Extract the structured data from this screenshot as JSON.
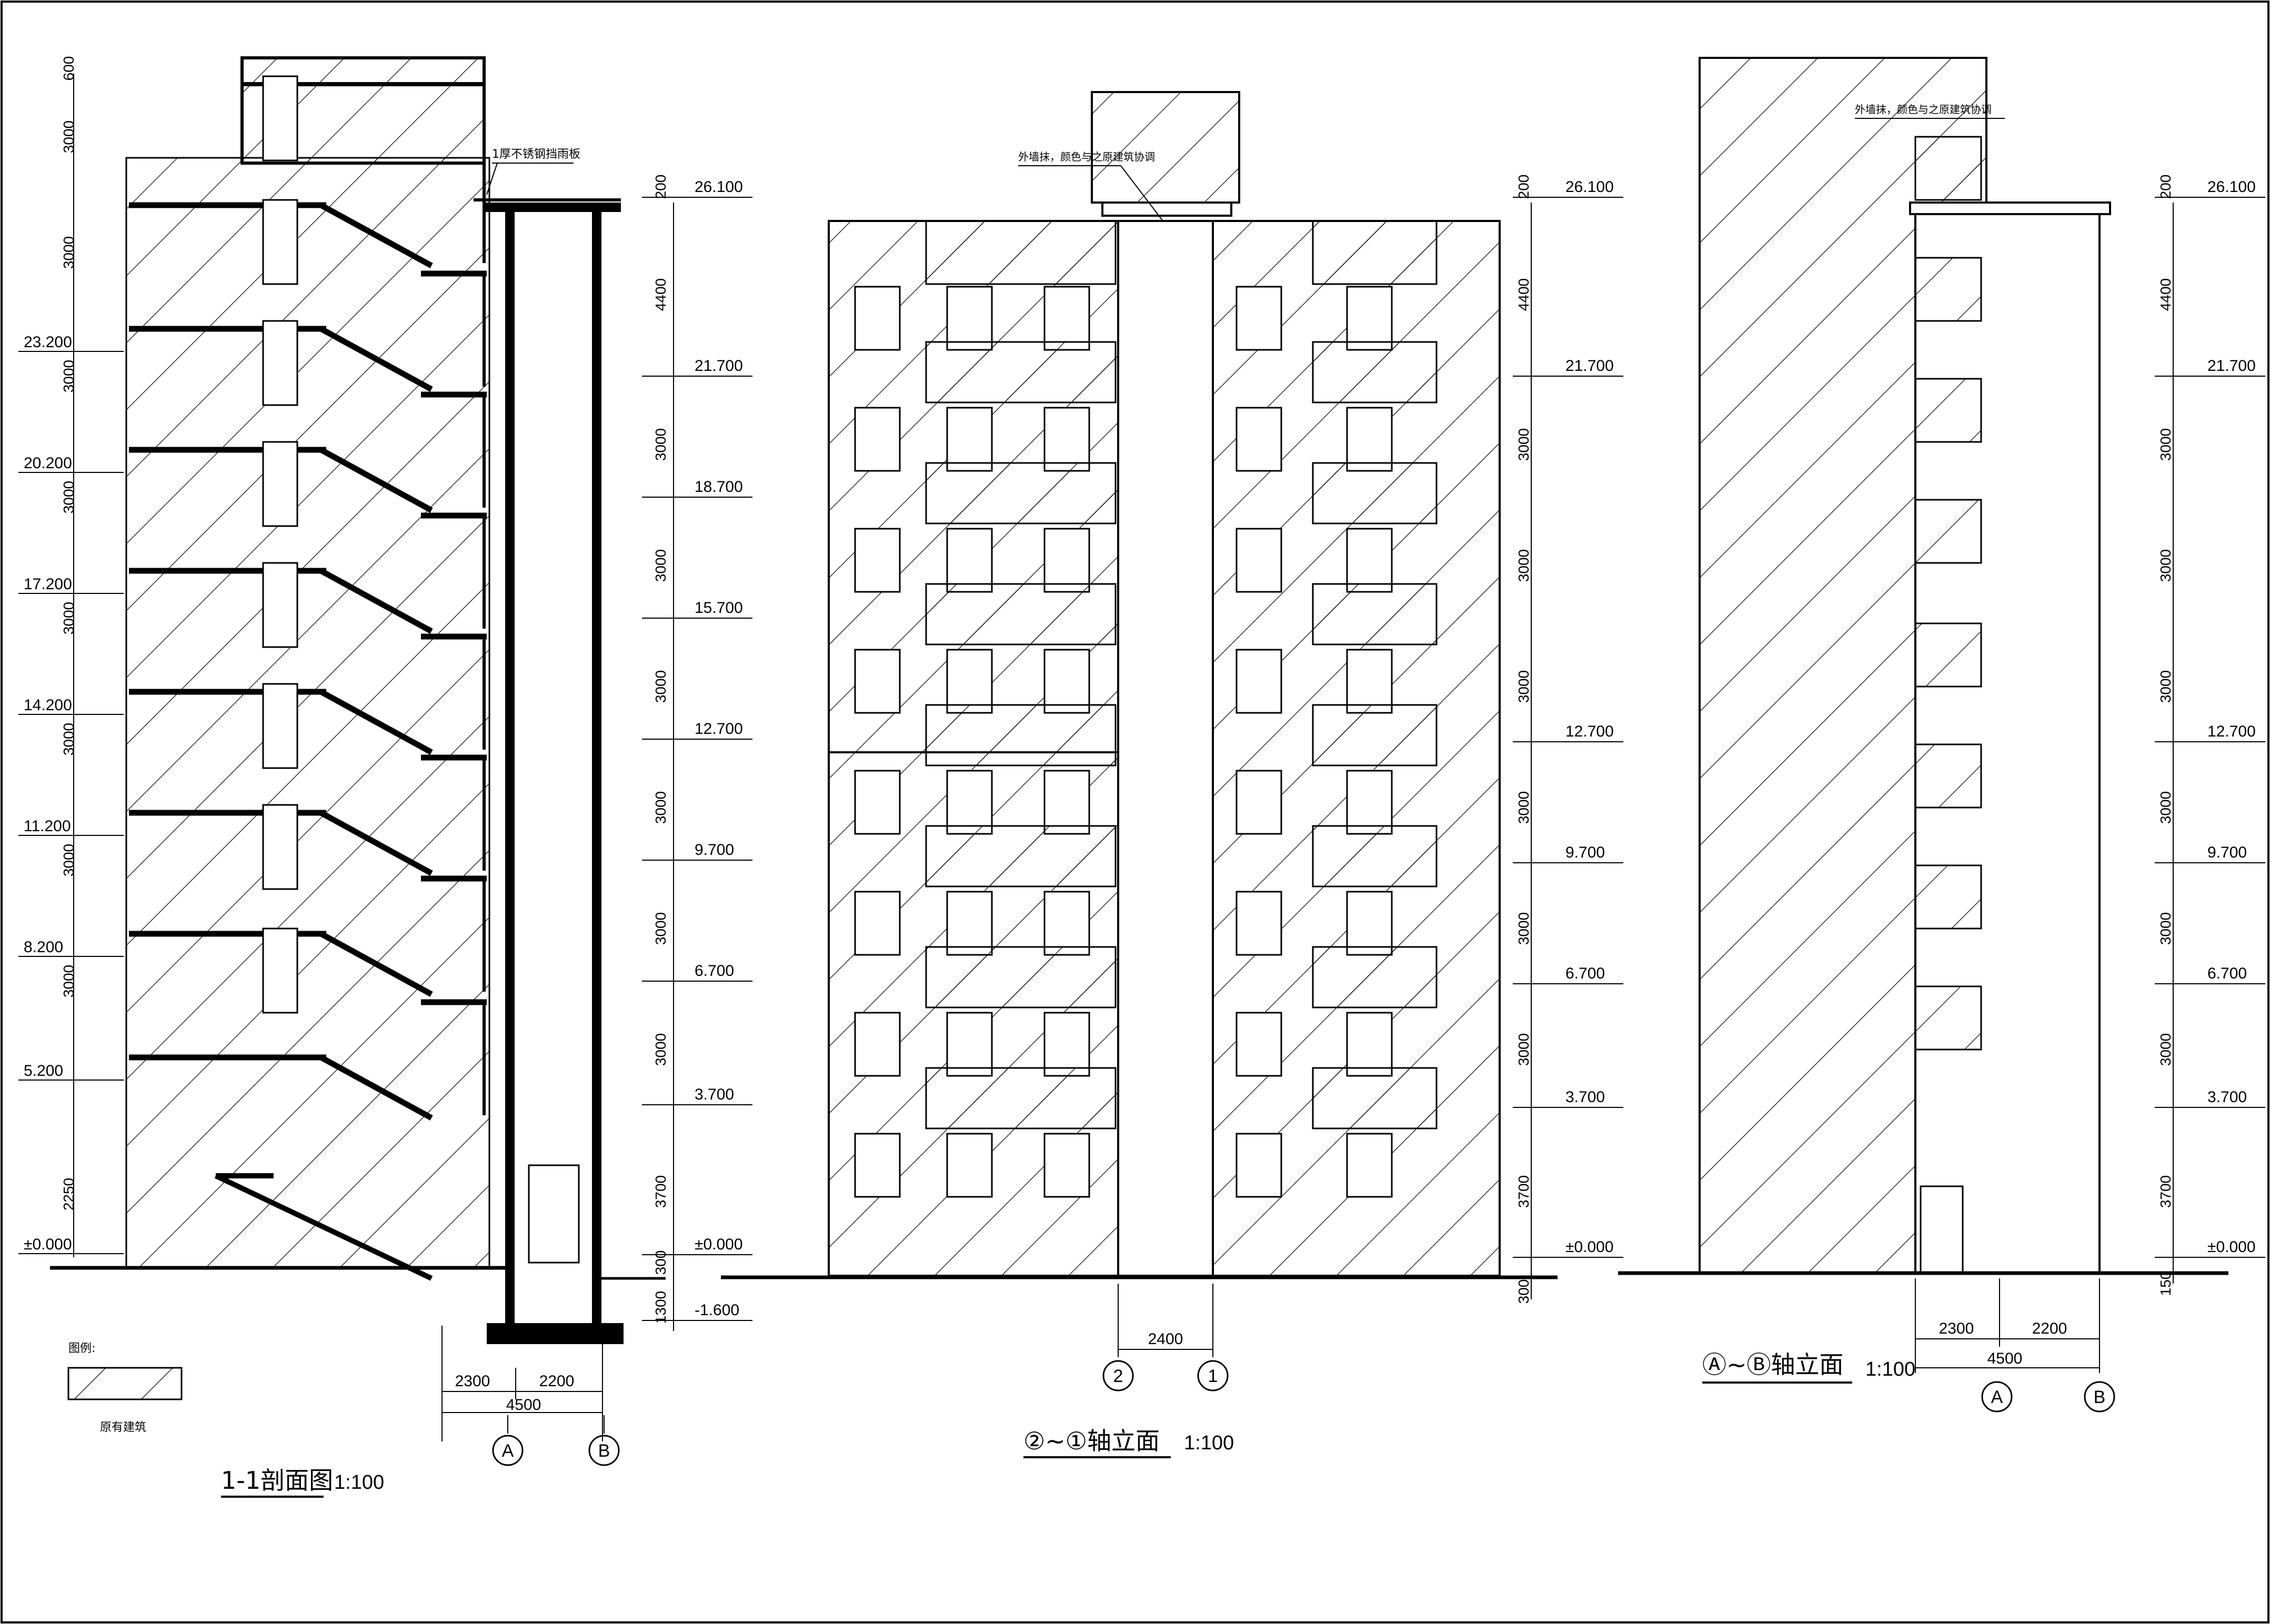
{
  "labels": {
    "section_title": "1-1剖面图",
    "section_scale": "1:100",
    "elev21_title": "②~①轴立面",
    "elev21_scale": "1:100",
    "elevab_title": "Ⓐ~Ⓑ轴立面",
    "elevab_scale": "1:100",
    "canopy_note": "1厚不锈钢挡雨板",
    "wall_note_1": "外墙抹，颜色与之原建筑协调",
    "wall_note_2": "外墙抹，颜色与之原建筑协调",
    "legend_title": "图例:",
    "legend_caption": "原有建筑",
    "axis_A": "A",
    "axis_B": "B",
    "axis_1": "1",
    "axis_2": "2"
  },
  "section_left": {
    "levels": [
      "23.200",
      "20.200",
      "17.200",
      "14.200",
      "11.200",
      "8.200",
      "5.200",
      "±0.000"
    ],
    "dims": [
      "600",
      "3000",
      "3000",
      "3000",
      "3000",
      "3000",
      "3000",
      "3000",
      "3000",
      "2250"
    ]
  },
  "elevations": {
    "levels": [
      "26.100",
      "21.700",
      "18.700",
      "15.700",
      "12.700",
      "9.700",
      "6.700",
      "3.700",
      "±0.000",
      "-1.600"
    ],
    "dims_sec": [
      "200",
      "4400",
      "3000",
      "3000",
      "3000",
      "3000",
      "3000",
      "3000",
      "3700",
      "300",
      "1300"
    ],
    "levels_mid": [
      "26.100",
      "21.700",
      "12.700",
      "9.700",
      "6.700",
      "3.700",
      "±0.000"
    ],
    "dims_mid": [
      "200",
      "4400",
      "3000",
      "3000",
      "3000",
      "3000",
      "3000",
      "3000",
      "3700",
      "300"
    ],
    "levels_right": [
      "26.100",
      "21.700",
      "12.700",
      "9.700",
      "6.700",
      "3.700",
      "±0.000"
    ],
    "dims_right": [
      "200",
      "4400",
      "3000",
      "3000",
      "3000",
      "3000",
      "3000",
      "3000",
      "3700",
      "150"
    ]
  },
  "horizontal_dims": {
    "sec_a": "2300",
    "sec_b": "2200",
    "sec_total": "4500",
    "mid": "2400",
    "right_a": "2300",
    "right_b": "2200",
    "right_total": "4500"
  }
}
